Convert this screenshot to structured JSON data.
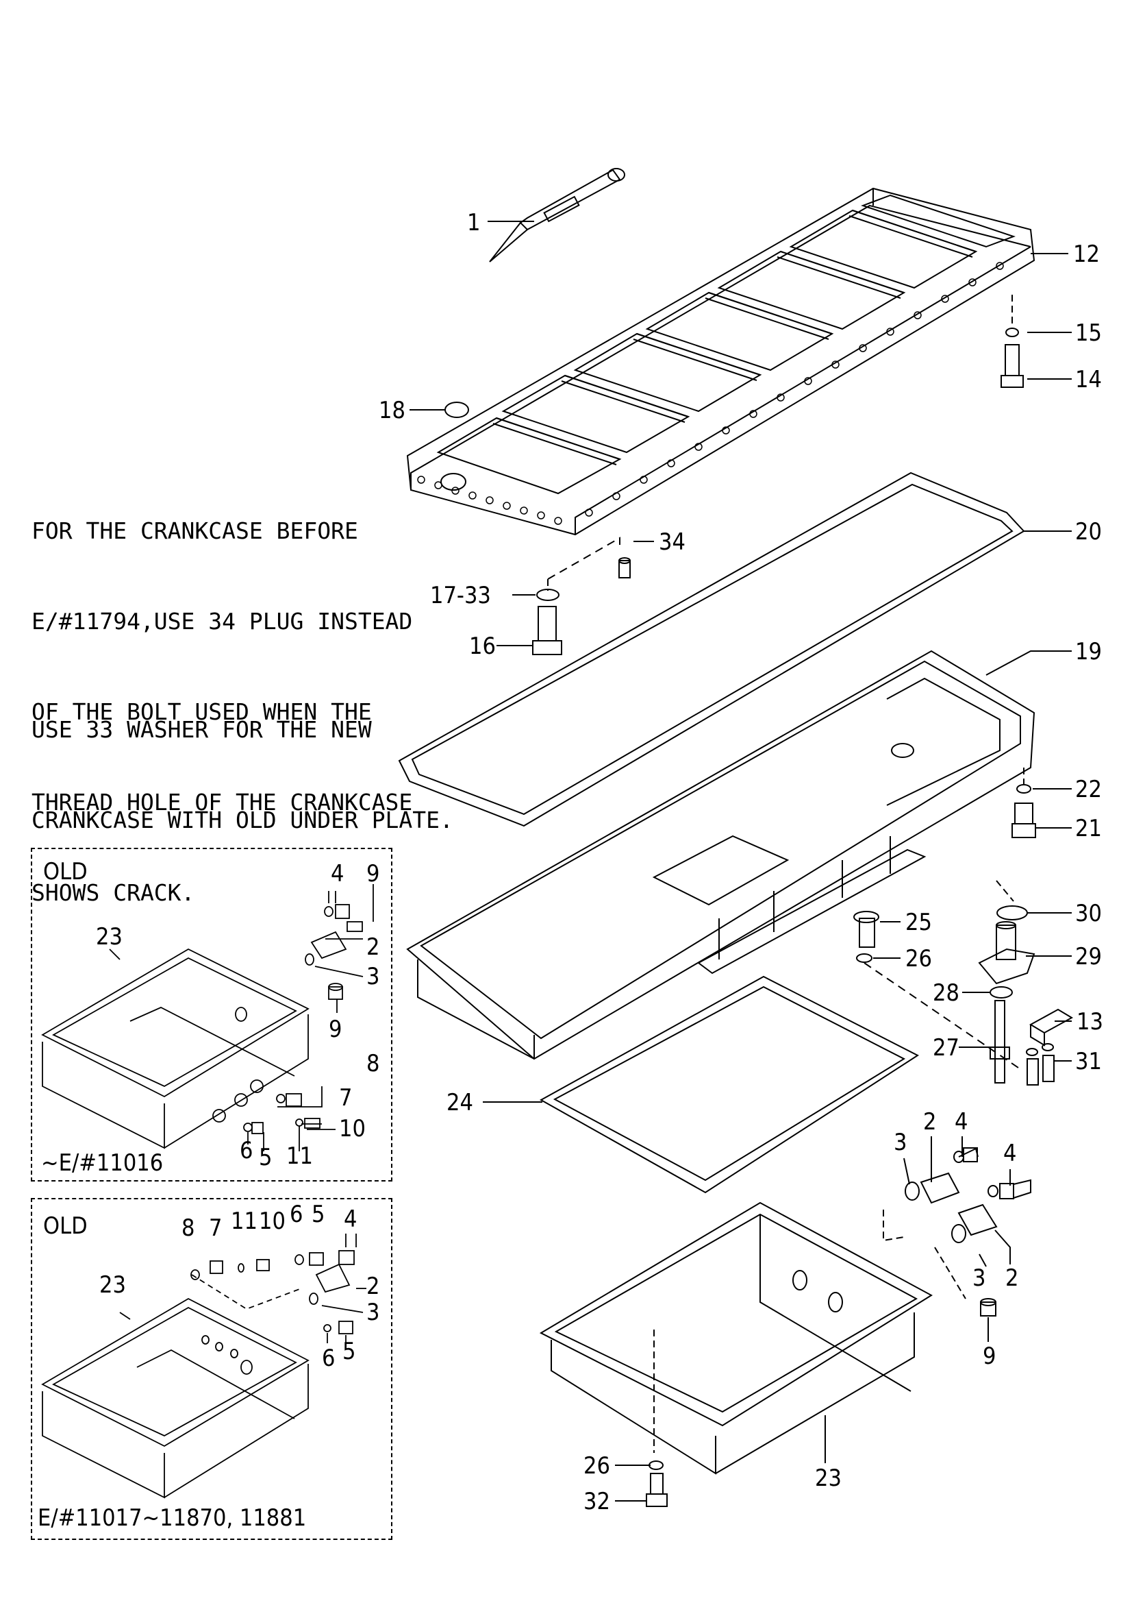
{
  "notes": {
    "crankcase_note": [
      "FOR THE CRANKCASE BEFORE",
      "E/#11794,USE 34 PLUG INSTEAD",
      "OF THE BOLT USED WHEN THE",
      "THREAD HOLE OF THE CRANKCASE",
      "SHOWS CRACK."
    ],
    "washer_note": [
      "USE 33 WASHER FOR THE NEW",
      "CRANKCASE WITH OLD UNDER PLATE."
    ]
  },
  "main_callouts": {
    "c1": "1",
    "c12": "12",
    "c15": "15",
    "c14": "14",
    "c18": "18",
    "c20": "20",
    "c34": "34",
    "c17_33": "17-33",
    "c16": "16",
    "c19": "19",
    "c22": "22",
    "c21": "21",
    "c30": "30",
    "c25": "25",
    "c26a": "26",
    "c29": "29",
    "c28": "28",
    "c13": "13",
    "c27": "27",
    "c31": "31",
    "c24": "24",
    "c4a": "4",
    "c2a": "2",
    "c3a": "3",
    "c4b": "4",
    "c3b": "3",
    "c2b": "2",
    "c9": "9",
    "c26b": "26",
    "c32": "32",
    "c23": "23"
  },
  "panel_old_1": {
    "label": "OLD",
    "footer": "~E/#11016",
    "callouts": {
      "c4": "4",
      "c9a": "9",
      "c23": "23",
      "c2": "2",
      "c3": "3",
      "c9b": "9",
      "c8": "8",
      "c7": "7",
      "c10": "10",
      "c6": "6",
      "c5": "5",
      "c11": "11"
    }
  },
  "panel_old_2": {
    "label": "OLD",
    "footer": "E/#11017~11870, 11881",
    "callouts": {
      "c8": "8",
      "c7": "7",
      "c11": "11",
      "c10": "10",
      "c6a": "6",
      "c5a": "5",
      "c4": "4",
      "c23": "23",
      "c2": "2",
      "c3": "3",
      "c6b": "6",
      "c5b": "5"
    }
  }
}
